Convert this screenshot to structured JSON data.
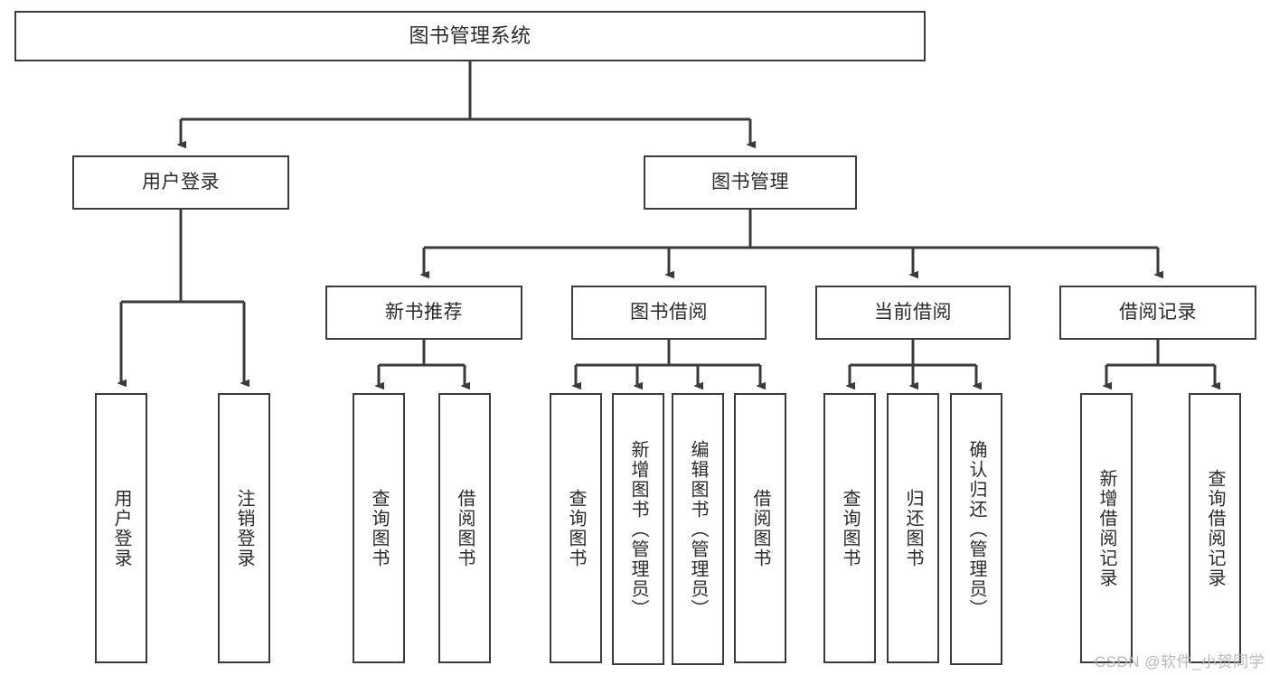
{
  "diagram": {
    "type": "tree-hierarchy-chart",
    "title": "图书管理系统",
    "stroke_color": "#3b3b3b",
    "text_color": "#2b2b2b",
    "background_color": "#ffffff",
    "root": {
      "label": "图书管理系统"
    },
    "level1": [
      {
        "label": "用户登录"
      },
      {
        "label": "图书管理"
      }
    ],
    "level2": [
      {
        "label": "新书推荐"
      },
      {
        "label": "图书借阅"
      },
      {
        "label": "当前借阅"
      },
      {
        "label": "借阅记录"
      }
    ],
    "leaves": {
      "user_login": [
        {
          "label": "用户登录"
        },
        {
          "label": "注销登录"
        }
      ],
      "new_book_recommend": [
        {
          "label": "查询图书"
        },
        {
          "label": "借阅图书"
        }
      ],
      "book_borrow": [
        {
          "label": "查询图书"
        },
        {
          "label": "新增图书（管理员）"
        },
        {
          "label": "编辑图书（管理员）"
        },
        {
          "label": "借阅图书"
        }
      ],
      "current_borrow": [
        {
          "label": "查询图书"
        },
        {
          "label": "归还图书"
        },
        {
          "label": "确认归还（管理员）"
        }
      ],
      "borrow_record": [
        {
          "label": "新增借阅记录"
        },
        {
          "label": "查询借阅记录"
        }
      ]
    }
  },
  "watermark": {
    "text": "CSDN @软件_小贺同学"
  }
}
